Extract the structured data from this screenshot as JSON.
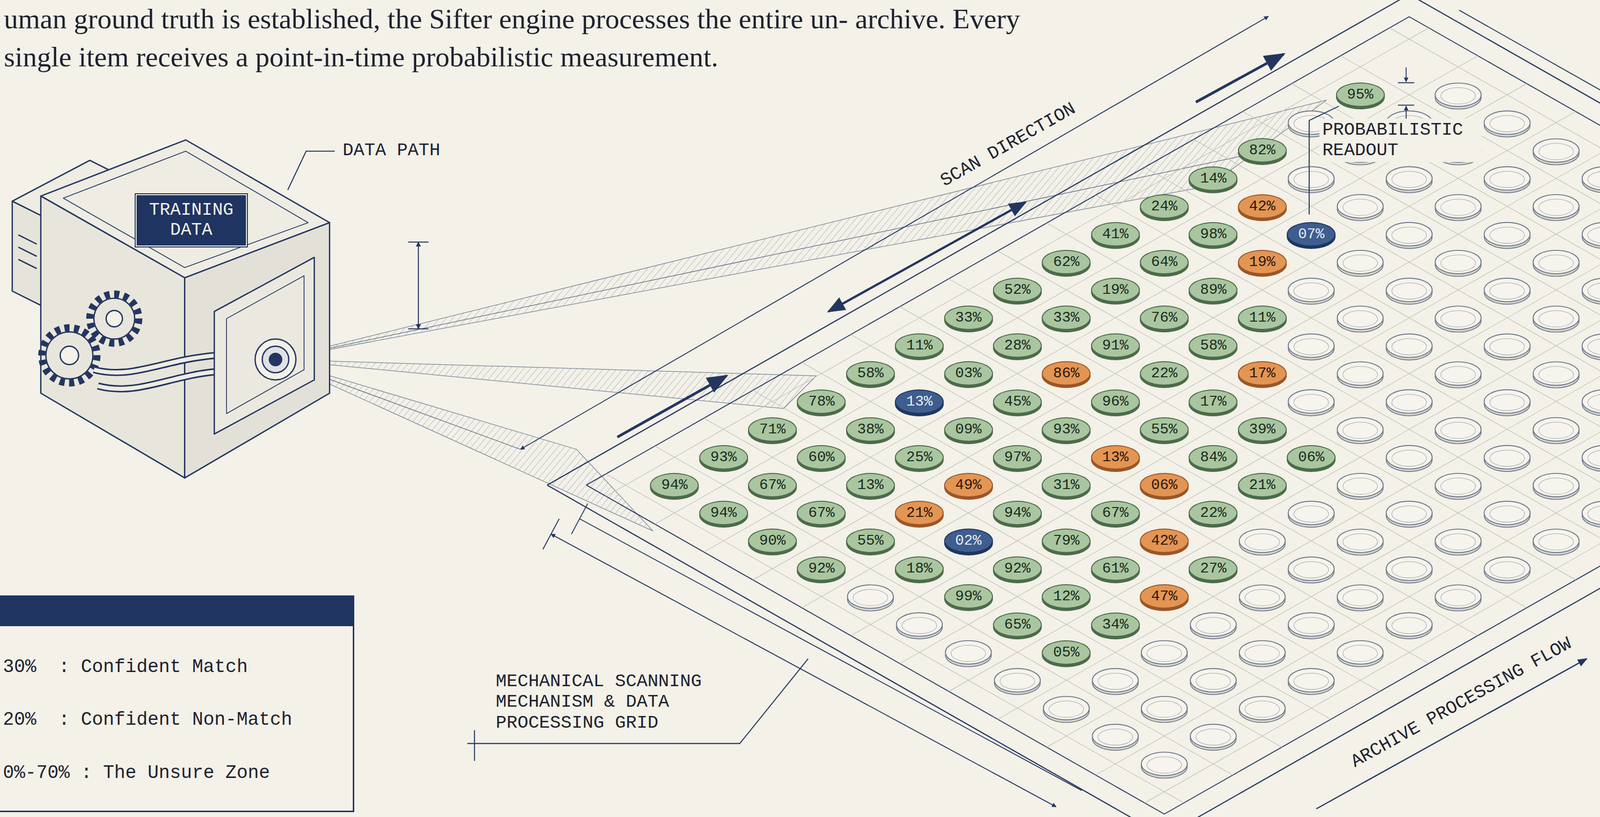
{
  "diagram": {
    "nodes": [
      {
        "text": [
          "TRAINING DATA"
        ]
      },
      {
        "text": [
          "95%"
        ]
      },
      {
        "text": [
          "82%"
        ]
      },
      {
        "text": [
          "14%"
        ]
      },
      {
        "text": [
          "24%"
        ]
      },
      {
        "text": [
          "42%"
        ]
      },
      {
        "text": [
          "41%"
        ]
      },
      {
        "text": [
          "98%"
        ]
      },
      {
        "text": [
          "07%"
        ]
      },
      {
        "text": [
          "62%"
        ]
      },
      {
        "text": [
          "64%"
        ]
      },
      {
        "text": [
          "19%"
        ]
      },
      {
        "text": [
          "52%"
        ]
      },
      {
        "text": [
          "19%"
        ]
      },
      {
        "text": [
          "89%"
        ]
      },
      {
        "text": [
          "33%"
        ]
      },
      {
        "text": [
          "33%"
        ]
      },
      {
        "text": [
          "76%"
        ]
      },
      {
        "text": [
          "11%"
        ]
      },
      {
        "text": [
          "11%"
        ]
      },
      {
        "text": [
          "28%"
        ]
      },
      {
        "text": [
          "91%"
        ]
      },
      {
        "text": [
          "58%"
        ]
      },
      {
        "text": [
          "58%"
        ]
      },
      {
        "text": [
          "03%"
        ]
      },
      {
        "text": [
          "86%"
        ]
      },
      {
        "text": [
          "22%"
        ]
      },
      {
        "text": [
          "17%"
        ]
      },
      {
        "text": [
          "78%"
        ]
      },
      {
        "text": [
          "13%"
        ]
      },
      {
        "text": [
          "45%"
        ]
      },
      {
        "text": [
          "96%"
        ]
      },
      {
        "text": [
          "17%"
        ]
      },
      {
        "text": [
          "71%"
        ]
      },
      {
        "text": [
          "38%"
        ]
      },
      {
        "text": [
          "09%"
        ]
      },
      {
        "text": [
          "93%"
        ]
      },
      {
        "text": [
          "55%"
        ]
      },
      {
        "text": [
          "39%"
        ]
      },
      {
        "text": [
          "93%"
        ]
      },
      {
        "text": [
          "60%"
        ]
      },
      {
        "text": [
          "25%"
        ]
      },
      {
        "text": [
          "97%"
        ]
      },
      {
        "text": [
          "13%"
        ]
      },
      {
        "text": [
          "84%"
        ]
      },
      {
        "text": [
          "06%"
        ]
      },
      {
        "text": [
          "94%"
        ]
      },
      {
        "text": [
          "67%"
        ]
      },
      {
        "text": [
          "13%"
        ]
      },
      {
        "text": [
          "49%"
        ]
      },
      {
        "text": [
          "31%"
        ]
      },
      {
        "text": [
          "06%"
        ]
      },
      {
        "text": [
          "21%"
        ]
      },
      {
        "text": [
          "94%"
        ]
      },
      {
        "text": [
          "67%"
        ]
      },
      {
        "text": [
          "21%"
        ]
      },
      {
        "text": [
          "94%"
        ]
      },
      {
        "text": [
          "67%"
        ]
      },
      {
        "text": [
          "22%"
        ]
      },
      {
        "text": [
          "90%"
        ]
      },
      {
        "text": [
          "55%"
        ]
      },
      {
        "text": [
          "02%"
        ]
      },
      {
        "text": [
          "79%"
        ]
      },
      {
        "text": [
          "42%"
        ]
      },
      {
        "text": [
          "92%"
        ]
      },
      {
        "text": [
          "18%"
        ]
      },
      {
        "text": [
          "92%"
        ]
      },
      {
        "text": [
          "61%"
        ]
      },
      {
        "text": [
          "27%"
        ]
      },
      {
        "text": [
          "99%"
        ]
      },
      {
        "text": [
          "12%"
        ]
      },
      {
        "text": [
          "47%"
        ]
      },
      {
        "text": [
          "65%"
        ]
      },
      {
        "text": [
          "34%"
        ]
      },
      {
        "text": [
          "05%"
        ]
      }
    ],
    "labels": [
      "uman ground truth is established, the Sifter engine processes the entire un- archive. Every single item receives a point-in-time probabilistic measurement.",
      "DATA PATH",
      "SCAN DIRECTION",
      "PROBABILISTIC READOUT",
      "MECHANICAL SCANNING MECHANISM & DATA PROCESSING GRID",
      "ARCHIVE PROCESSING FLOW"
    ],
    "legend": [
      {
        "text": "30%  : Confident Match"
      },
      {
        "text": "20%  : Confident Non-Match"
      },
      {
        "text": "0%-70% : The Unsure Zone"
      }
    ]
  }
}
